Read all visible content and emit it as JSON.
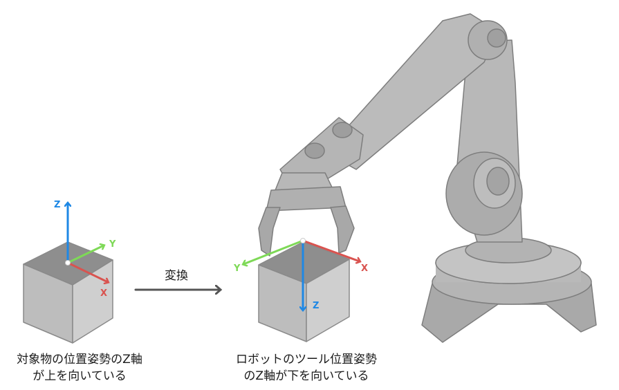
{
  "left_cube": {
    "axes": {
      "z": "Z",
      "y": "Y",
      "x": "X"
    },
    "caption_line1": "対象物の位置姿勢のZ軸",
    "caption_line2": "が上を向いている"
  },
  "transform": {
    "label": "変換"
  },
  "right_cube": {
    "axes": {
      "z": "Z",
      "y": "Y",
      "x": "X"
    },
    "caption_line1": "ロボットのツール位置姿勢",
    "caption_line2": "のZ軸が下を向いている"
  },
  "colors": {
    "axis_z": "#1e88e5",
    "axis_y": "#7ed957",
    "axis_x": "#d9534f",
    "cube_top": "#8a8a8a",
    "cube_left": "#bdbdbd",
    "cube_right": "#cfcfcf",
    "robot": "#b0b0b0",
    "arrow": "#555555"
  }
}
